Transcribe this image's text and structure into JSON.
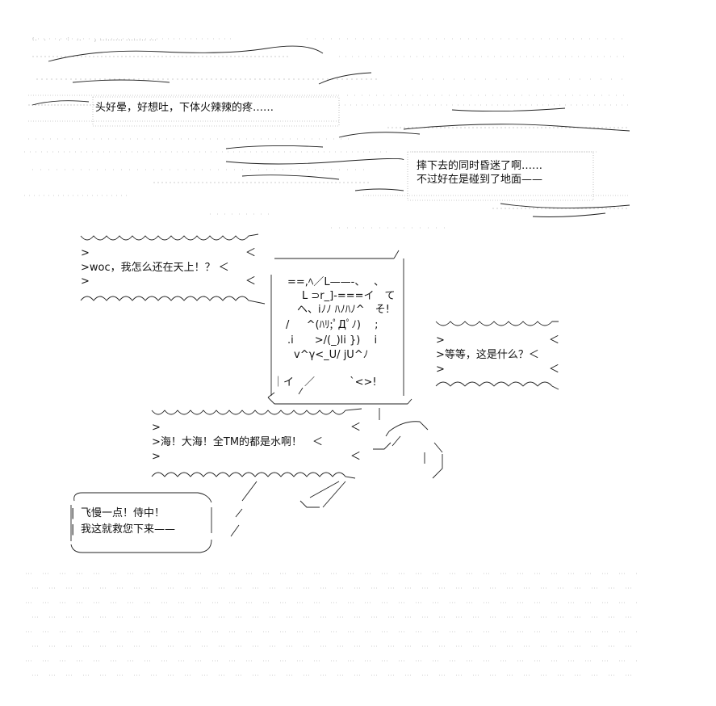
{
  "caption_top": {
    "line1": "头好晕，好想吐，下体火辣辣的疼……"
  },
  "caption_right": {
    "line1": "摔下去的同时昏迷了啊……",
    "line2": "不过好在是碰到了地面——"
  },
  "bubble_left_top": {
    "text": ">woc，我怎么还在天上！？ ＜"
  },
  "bubble_right": {
    "text": ">等等，这是什么？＜"
  },
  "bubble_middle": {
    "text": ">海！大海！全TM的都是水啊！　＜"
  },
  "bubble_bottom": {
    "line1": "飞慢一点！侍中！",
    "line2": "我这就救您下来——"
  },
  "face_art": {
    "row1": "==,ﾍ／L——-、　 、",
    "row2": "L ⊃r_]-===イ　て",
    "row3": "ヘ、iﾉﾉ ﾊﾉﾊﾉ^　そ!",
    "row4": "/　  ^(ﾊﾘ;ﾟДﾟﾉ)　 ;",
    "row5": ".i　　>/(_)li })　 i",
    "row6": "v^γ<_U/ jU^ﾉ",
    "row7": "｜イ　／　　　 `<>!"
  }
}
